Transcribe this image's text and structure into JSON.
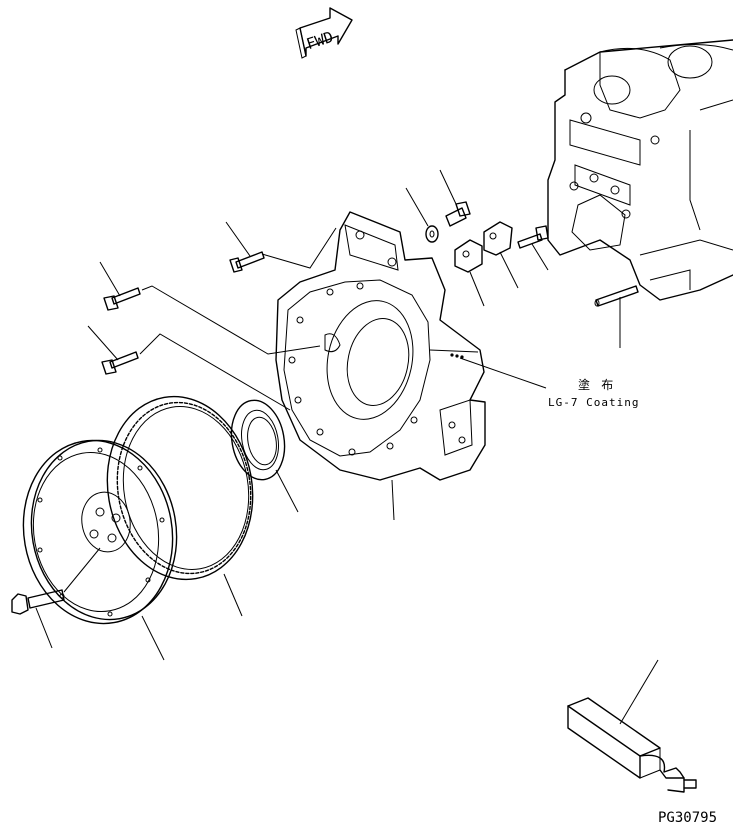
{
  "fwd_label": "FWD",
  "coating": {
    "jp": "塗 布",
    "en": "LG-7 Coating"
  },
  "figure_code": "PG30795"
}
